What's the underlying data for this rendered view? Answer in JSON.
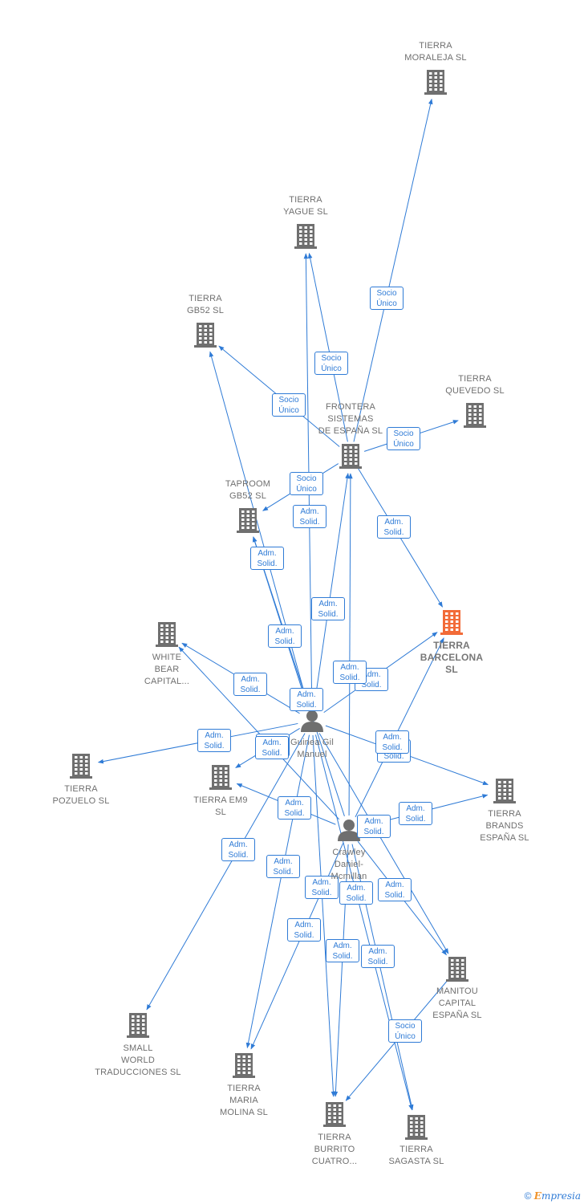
{
  "colors": {
    "edge": "#2f7bd6",
    "company": "#6f6f6f",
    "highlight": "#f26b38",
    "person": "#6f6f6f"
  },
  "nodes": [
    {
      "id": "moraleja",
      "label": "TIERRA\nMORALEJA  SL",
      "icon": "building-icon"
    },
    {
      "id": "yague",
      "label": "TIERRA\nYAGUE  SL",
      "icon": "building-icon"
    },
    {
      "id": "gb52",
      "label": "TIERRA\nGB52  SL",
      "icon": "building-icon"
    },
    {
      "id": "quevedo",
      "label": "TIERRA\nQUEVEDO  SL",
      "icon": "building-icon"
    },
    {
      "id": "frontera",
      "label": "FRONTERA\nSISTEMAS\nDE ESPAÑA SL",
      "icon": "building-icon"
    },
    {
      "id": "taproom",
      "label": "TAPROOM\nGB52  SL",
      "icon": "building-icon"
    },
    {
      "id": "barcelona",
      "label": "TIERRA\nBARCELONA\nSL",
      "icon": "building-icon",
      "highlight": true
    },
    {
      "id": "whitebear",
      "label": "WHITE\nBEAR\nCAPITAL...",
      "icon": "building-icon"
    },
    {
      "id": "guinea",
      "label": "Guinea Gil\nManuel",
      "icon": "person-icon"
    },
    {
      "id": "pozuelo",
      "label": "TIERRA\nPOZUELO  SL",
      "icon": "building-icon"
    },
    {
      "id": "em9",
      "label": "TIERRA EM9\nSL",
      "icon": "building-icon"
    },
    {
      "id": "brands",
      "label": "TIERRA\nBRANDS\nESPAÑA  SL",
      "icon": "building-icon"
    },
    {
      "id": "crawley",
      "label": "Crawley\nDaniel-\nMcmillan",
      "icon": "person-icon"
    },
    {
      "id": "manitou",
      "label": "MANITOU\nCAPITAL\nESPAÑA  SL",
      "icon": "building-icon"
    },
    {
      "id": "smallworld",
      "label": "SMALL\nWORLD\nTRADUCCIONES SL",
      "icon": "building-icon"
    },
    {
      "id": "maria",
      "label": "TIERRA\nMARIA\nMOLINA  SL",
      "icon": "building-icon"
    },
    {
      "id": "burrito",
      "label": "TIERRA\nBURRITO\nCUATRO...",
      "icon": "building-icon"
    },
    {
      "id": "sagasta",
      "label": "TIERRA\nSAGASTA  SL",
      "icon": "building-icon"
    }
  ],
  "edges": [
    {
      "from": "frontera",
      "to": "moraleja",
      "label": "Socio\nÚnico"
    },
    {
      "from": "frontera",
      "to": "yague",
      "label": "Socio\nÚnico"
    },
    {
      "from": "frontera",
      "to": "gb52",
      "label": "Socio\nÚnico"
    },
    {
      "from": "frontera",
      "to": "quevedo",
      "label": "Socio\nÚnico"
    },
    {
      "from": "frontera",
      "to": "taproom",
      "label": "Socio\nÚnico"
    },
    {
      "from": "frontera",
      "to": "barcelona",
      "label": "Adm.\nSolid."
    },
    {
      "from": "guinea",
      "to": "yague",
      "label": "Adm.\nSolid."
    },
    {
      "from": "guinea",
      "to": "gb52",
      "label": "Adm.\nSolid."
    },
    {
      "from": "guinea",
      "to": "taproom",
      "label": "Adm.\nSolid."
    },
    {
      "from": "guinea",
      "to": "frontera",
      "label": "Adm.\nSolid."
    },
    {
      "from": "guinea",
      "to": "barcelona",
      "label": "Adm.\nSolid."
    },
    {
      "from": "guinea",
      "to": "whitebear",
      "label": "Adm.\nSolid."
    },
    {
      "from": "guinea",
      "to": "pozuelo",
      "label": "Adm.\nSolid."
    },
    {
      "from": "guinea",
      "to": "em9",
      "label": "Adm.\nSolid."
    },
    {
      "from": "guinea",
      "to": "brands",
      "label": "Adm.\nSolid."
    },
    {
      "from": "guinea",
      "to": "manitou",
      "label": "Adm.\nSolid."
    },
    {
      "from": "guinea",
      "to": "smallworld",
      "label": "Adm.\nSolid."
    },
    {
      "from": "guinea",
      "to": "maria",
      "label": "Adm.\nSolid."
    },
    {
      "from": "guinea",
      "to": "burrito",
      "label": "Adm.\nSolid."
    },
    {
      "from": "guinea",
      "to": "sagasta",
      "label": "Adm.\nSolid."
    },
    {
      "from": "crawley",
      "to": "taproom",
      "label": "Adm.\nSolid."
    },
    {
      "from": "crawley",
      "to": "frontera",
      "label": "Adm.\nSolid."
    },
    {
      "from": "crawley",
      "to": "barcelona",
      "label": "Adm.\nSolid."
    },
    {
      "from": "crawley",
      "to": "whitebear",
      "label": "Adm.\nSolid."
    },
    {
      "from": "crawley",
      "to": "em9",
      "label": "Adm.\nSolid."
    },
    {
      "from": "crawley",
      "to": "brands",
      "label": "Adm.\nSolid."
    },
    {
      "from": "crawley",
      "to": "manitou",
      "label": "Adm.\nSolid."
    },
    {
      "from": "crawley",
      "to": "maria",
      "label": "Adm.\nSolid."
    },
    {
      "from": "crawley",
      "to": "burrito",
      "label": "Adm.\nSolid."
    },
    {
      "from": "crawley",
      "to": "sagasta",
      "label": "Adm.\nSolid."
    },
    {
      "from": "manitou",
      "to": "burrito",
      "label": "Socio\nÚnico"
    }
  ],
  "footer": {
    "copyright": "©",
    "brand_first": "E",
    "brand_rest": "mpresia"
  }
}
